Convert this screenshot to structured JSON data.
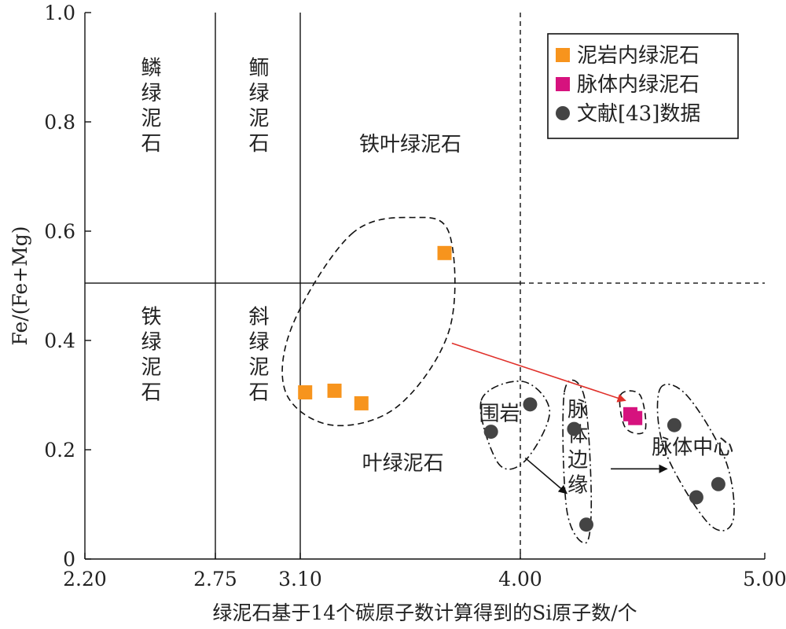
{
  "chart_data": {
    "type": "scatter",
    "xlabel": "绿泥石基于14个碳原子数计算得到的Si原子数/个",
    "ylabel": "Fe/(Fe+Mg)",
    "xlim": [
      2.2,
      5.0
    ],
    "ylim": [
      0,
      1.0
    ],
    "x_ticks": [
      "2.20",
      "2.75",
      "3.10",
      "4.00",
      "5.00"
    ],
    "y_ticks": [
      "0",
      "0.2",
      "0.4",
      "0.6",
      "0.8",
      "1.0"
    ],
    "legend_position": "top-right",
    "series": [
      {
        "name": "泥岩内绿泥石",
        "marker": "square",
        "color": "#f7941d",
        "points": [
          [
            3.12,
            0.305
          ],
          [
            3.24,
            0.308
          ],
          [
            3.35,
            0.285
          ],
          [
            3.69,
            0.56
          ]
        ]
      },
      {
        "name": "脉体内绿泥石",
        "marker": "square",
        "color": "#d6127e",
        "points": [
          [
            4.45,
            0.265
          ],
          [
            4.47,
            0.258
          ]
        ]
      },
      {
        "name": "文献[43]数据",
        "marker": "circle",
        "color": "#444444",
        "points": [
          [
            3.88,
            0.233
          ],
          [
            4.04,
            0.283
          ],
          [
            4.22,
            0.238
          ],
          [
            4.27,
            0.063
          ],
          [
            4.63,
            0.245
          ],
          [
            4.72,
            0.113
          ],
          [
            4.81,
            0.137
          ]
        ]
      }
    ],
    "region_labels": [
      {
        "text": "鳞绿泥石",
        "vertical": true,
        "x": 2.48,
        "y": 0.83
      },
      {
        "text": "鲕绿泥石",
        "vertical": true,
        "x": 2.93,
        "y": 0.83
      },
      {
        "text": "铁叶绿泥石",
        "vertical": false,
        "x": 3.55,
        "y": 0.76
      },
      {
        "text": "铁绿泥石",
        "vertical": true,
        "x": 2.48,
        "y": 0.375
      },
      {
        "text": "斜绿泥石",
        "vertical": true,
        "x": 2.93,
        "y": 0.375
      },
      {
        "text": "叶绿泥石",
        "vertical": false,
        "x": 3.52,
        "y": 0.176
      }
    ],
    "annotations": [
      {
        "text": "围岩",
        "vertical": false,
        "x": 3.915,
        "y": 0.267
      },
      {
        "text": "脉体边缘",
        "vertical": true,
        "x": 4.235,
        "y": 0.205
      },
      {
        "text": "脉体中心",
        "vertical": false,
        "x": 4.705,
        "y": 0.205
      }
    ],
    "boundary_lines": {
      "solid_vertical_x": [
        2.75,
        3.1
      ],
      "solid_horizontal": {
        "y": 0.505,
        "from_x": 2.2,
        "to_x": 4.0
      },
      "dashed_vertical_x": 4.0,
      "dashed_horizontal": {
        "y": 0.505,
        "from_x": 4.0,
        "to_x": 5.0
      }
    },
    "groups": [
      {
        "name": "mudstone-group",
        "style": "dashed",
        "outline": [
          [
            3.31,
            0.595
          ],
          [
            3.56,
            0.625
          ],
          [
            3.71,
            0.595
          ],
          [
            3.71,
            0.42
          ],
          [
            3.5,
            0.28
          ],
          [
            3.23,
            0.245
          ],
          [
            3.04,
            0.305
          ],
          [
            3.07,
            0.43
          ]
        ]
      },
      {
        "name": "vein-group",
        "style": "dashed",
        "outline": [
          [
            4.41,
            0.3
          ],
          [
            4.49,
            0.3
          ],
          [
            4.51,
            0.235
          ],
          [
            4.43,
            0.24
          ]
        ]
      },
      {
        "name": "wallrock-group",
        "style": "dashdot",
        "outline": [
          [
            3.84,
            0.29
          ],
          [
            4.01,
            0.325
          ],
          [
            4.12,
            0.27
          ],
          [
            4.02,
            0.18
          ],
          [
            3.91,
            0.175
          ]
        ]
      },
      {
        "name": "vein-edge-group",
        "style": "dashdot",
        "outline": [
          [
            4.18,
            0.305
          ],
          [
            4.26,
            0.3
          ],
          [
            4.29,
            0.12
          ],
          [
            4.27,
            0.03
          ],
          [
            4.19,
            0.09
          ]
        ]
      },
      {
        "name": "vein-center-group",
        "style": "dashdot",
        "outline": [
          [
            4.57,
            0.31
          ],
          [
            4.68,
            0.3
          ],
          [
            4.84,
            0.18
          ],
          [
            4.87,
            0.07
          ],
          [
            4.77,
            0.065
          ],
          [
            4.59,
            0.2
          ]
        ]
      }
    ],
    "arrows": [
      {
        "color": "#e0302a",
        "from": [
          3.72,
          0.395
        ],
        "to": [
          4.43,
          0.29
        ]
      },
      {
        "color": "#111111",
        "from": [
          4.02,
          0.185
        ],
        "to": [
          4.19,
          0.12
        ]
      },
      {
        "color": "#111111",
        "from": [
          4.37,
          0.165
        ],
        "to": [
          4.6,
          0.165
        ]
      }
    ]
  }
}
